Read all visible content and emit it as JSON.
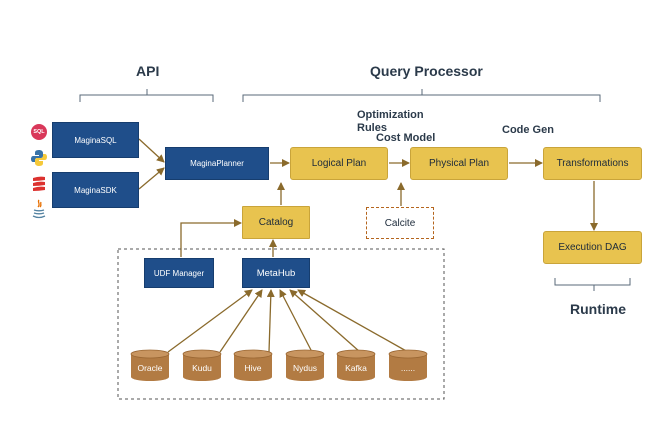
{
  "sections": {
    "api": "API",
    "query_processor": "Query Processor",
    "runtime": "Runtime"
  },
  "annotations": {
    "optimization_rules_line1": "Optimization",
    "optimization_rules_line2": "Rules",
    "cost_model": "Cost Model",
    "code_gen": "Code Gen"
  },
  "api_boxes": {
    "magina_sql": "MaginaSQL",
    "magina_sdk": "MaginaSDK"
  },
  "planner": "MaginaPlanner",
  "pipeline": {
    "logical_plan": "Logical Plan",
    "physical_plan": "Physical Plan",
    "transformations": "Transformations",
    "execution_dag": "Execution DAG"
  },
  "catalog": "Catalog",
  "calcite": "Calcite",
  "udf_manager": "UDF Manager",
  "metahub": "MetaHub",
  "sources": [
    "Oracle",
    "Kudu",
    "Hive",
    "Nydus",
    "Kafka",
    "......"
  ],
  "icons": {
    "sql": "SQL",
    "python": "python-icon",
    "scala": "scala-icon",
    "java": "java-icon"
  },
  "colors": {
    "blue": "#1f4e8a",
    "gold": "#e8c34f",
    "db_brown": "#b27b43",
    "arrow": "#8a6a2c"
  }
}
